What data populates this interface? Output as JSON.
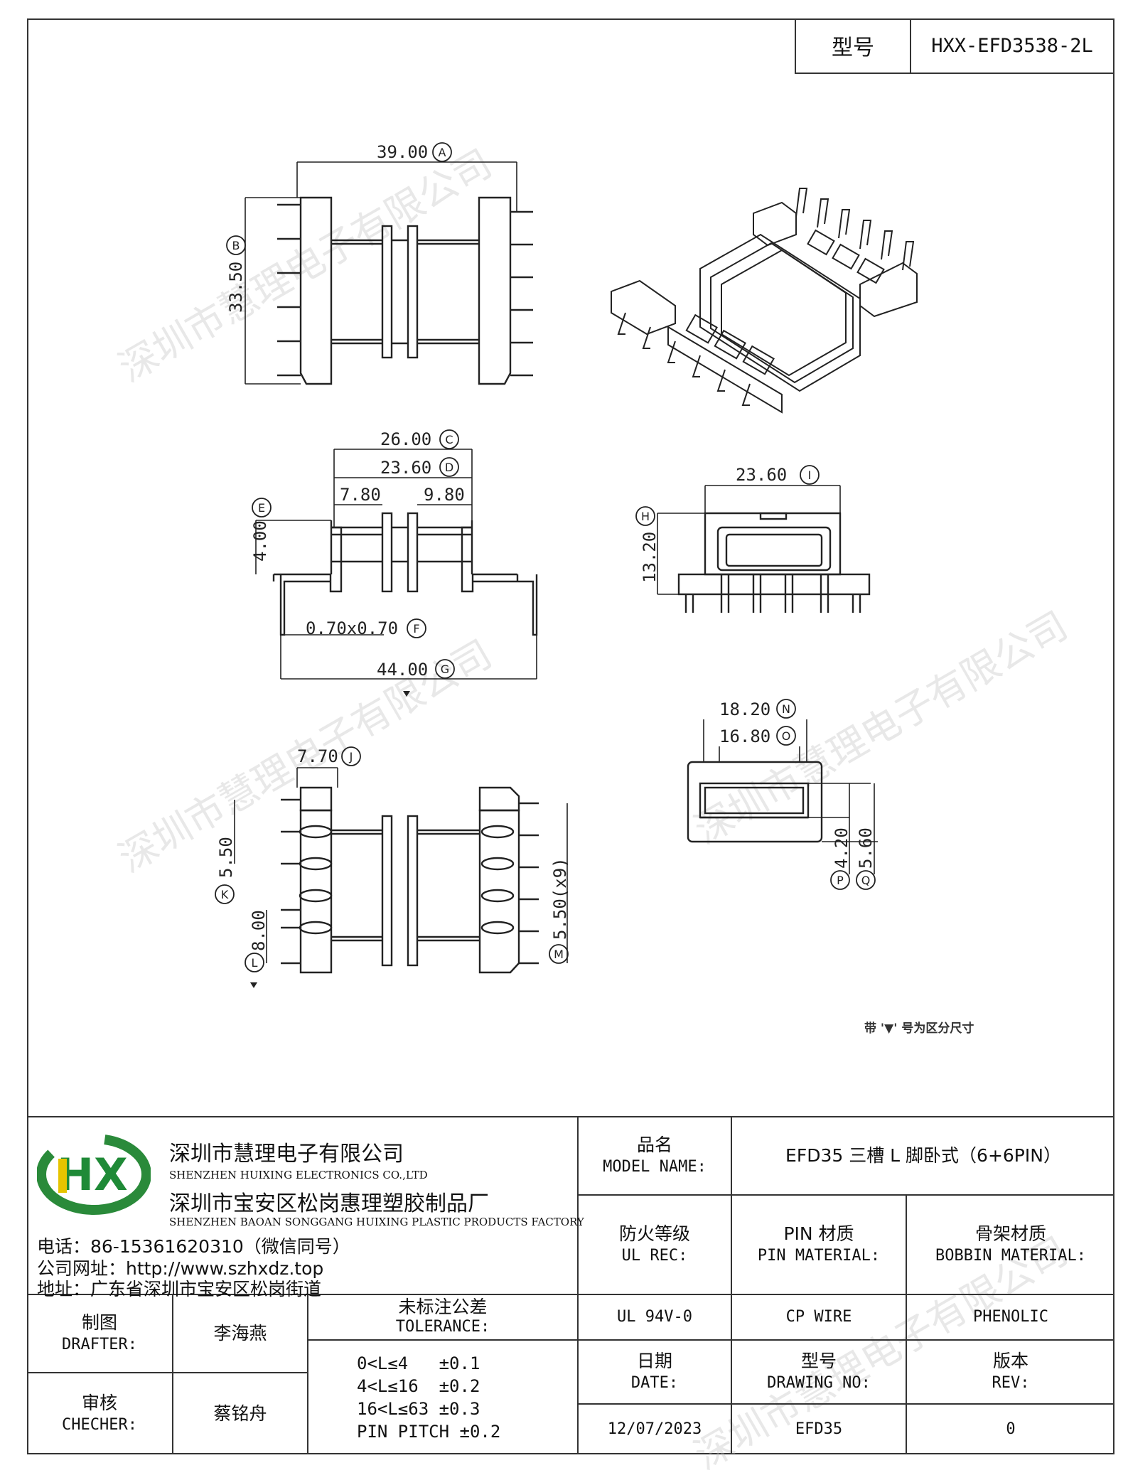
{
  "header": {
    "model_label": "型号",
    "model_value": "HXX-EFD3538-2L"
  },
  "dimensions": {
    "A": "39.00",
    "B": "33.50",
    "C": "26.00",
    "D": "23.60",
    "d1": "7.80",
    "d2": "9.80",
    "E": "4.00",
    "F": "0.70x0.70",
    "G": "44.00",
    "H": "13.20",
    "I": "23.60",
    "J": "7.70",
    "K": "5.50",
    "L": "8.00",
    "M": "5.50(x9)",
    "N": "18.20",
    "O": "16.80",
    "P": "4.20",
    "Q": "5.60"
  },
  "callouts": [
    "A",
    "B",
    "C",
    "D",
    "E",
    "F",
    "G",
    "H",
    "I",
    "J",
    "K",
    "L",
    "M",
    "N",
    "O",
    "P",
    "Q"
  ],
  "note": "带 '▼' 号为区分尺寸",
  "watermark": "深圳市慧理电子有限公司",
  "company": {
    "logo_text": "HX",
    "name_cn": "深圳市慧理电子有限公司",
    "name_en": "SHENZHEN HUIXING ELECTRONICS CO.,LTD",
    "factory_cn": "深圳市宝安区松岗惠理塑胶制品厂",
    "factory_en": "SHENZHEN BAOAN SONGGANG HUIXING PLASTIC PRODUCTS FACTORY",
    "phone": "电话：86-15361620310（微信同号）",
    "website": "公司网址：http://www.szhxdz.top",
    "address": "地址：广东省深圳市宝安区松岗街道"
  },
  "title_block": {
    "model_name_cn": "品名",
    "model_name_en": "MODEL NAME:",
    "model_name_value": "EFD35 三槽 L 脚卧式（6+6PIN）",
    "ul_cn": "防火等级",
    "ul_en": "UL REC:",
    "ul_value": "UL 94V-0",
    "pin_cn": "PIN 材质",
    "pin_en": "PIN MATERIAL:",
    "pin_value": "CP WIRE",
    "bobbin_cn": "骨架材质",
    "bobbin_en": "BOBBIN MATERIAL:",
    "bobbin_value": "PHENOLIC",
    "drafter_cn": "制图",
    "drafter_en": "DRAFTER:",
    "drafter_value": "李海燕",
    "checker_cn": "审核",
    "checker_en": "CHECHER:",
    "checker_value": "蔡铭舟",
    "tolerance_cn": "未标注公差",
    "tolerance_en": "TOLERANCE:",
    "tolerance_lines": [
      "0<L≤4   ±0.1",
      "4<L≤16  ±0.2",
      "16<L≤63 ±0.3",
      "PIN PITCH ±0.2"
    ],
    "date_cn": "日期",
    "date_en": "DATE:",
    "date_value": "12/07/2023",
    "drawing_no_cn": "型号",
    "drawing_no_en": "DRAWING NO:",
    "drawing_no_value": "EFD35",
    "rev_cn": "版本",
    "rev_en": "REV:",
    "rev_value": "0"
  }
}
